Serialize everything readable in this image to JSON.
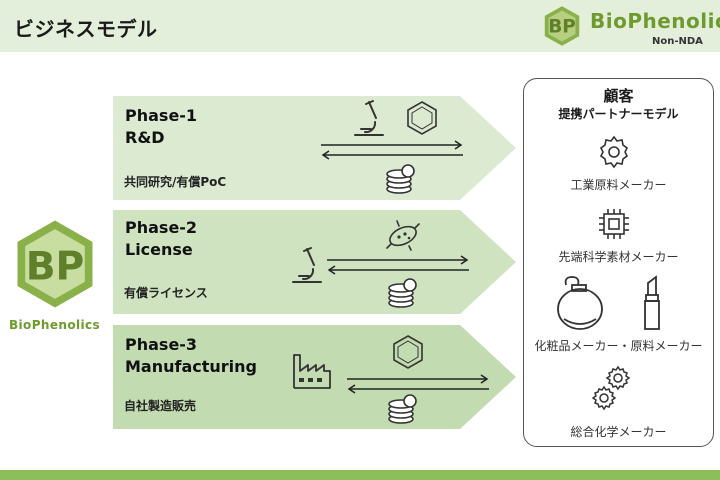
{
  "header": {
    "title": "ビジネスモデル",
    "brand": "BioPhenolics",
    "nda_label": "Non-NDA",
    "logo_letters": "BP"
  },
  "left_logo": {
    "letters": "BP",
    "brand": "BioPhenolics"
  },
  "phases": [
    {
      "title": "Phase-1",
      "subtitle": "R&D",
      "description": "共同研究/有償PoC"
    },
    {
      "title": "Phase-2",
      "subtitle": "License",
      "description": "有償ライセンス"
    },
    {
      "title": "Phase-3",
      "subtitle": "Manufacturing",
      "description": "自社製造販売"
    }
  ],
  "customers": {
    "title": "顧客",
    "subtitle": "提携パートナーモデル",
    "items": [
      {
        "label": "工業原料メーカー",
        "icon": "gear-icon"
      },
      {
        "label": "先端科学素材メーカー",
        "icon": "chip-icon"
      },
      {
        "label": "化粧品メーカー・原料メーカー",
        "icon": "cosmetics-icon"
      },
      {
        "label": "総合化学メーカー",
        "icon": "gears-icon"
      }
    ]
  },
  "colors": {
    "header_bg": "#e3eedb",
    "arrow_1": "#dcead2",
    "arrow_2": "#cfe3c0",
    "arrow_3": "#c2dbb0",
    "brand_green": "#6e9a2e",
    "footer_green": "#8cbf5a"
  }
}
